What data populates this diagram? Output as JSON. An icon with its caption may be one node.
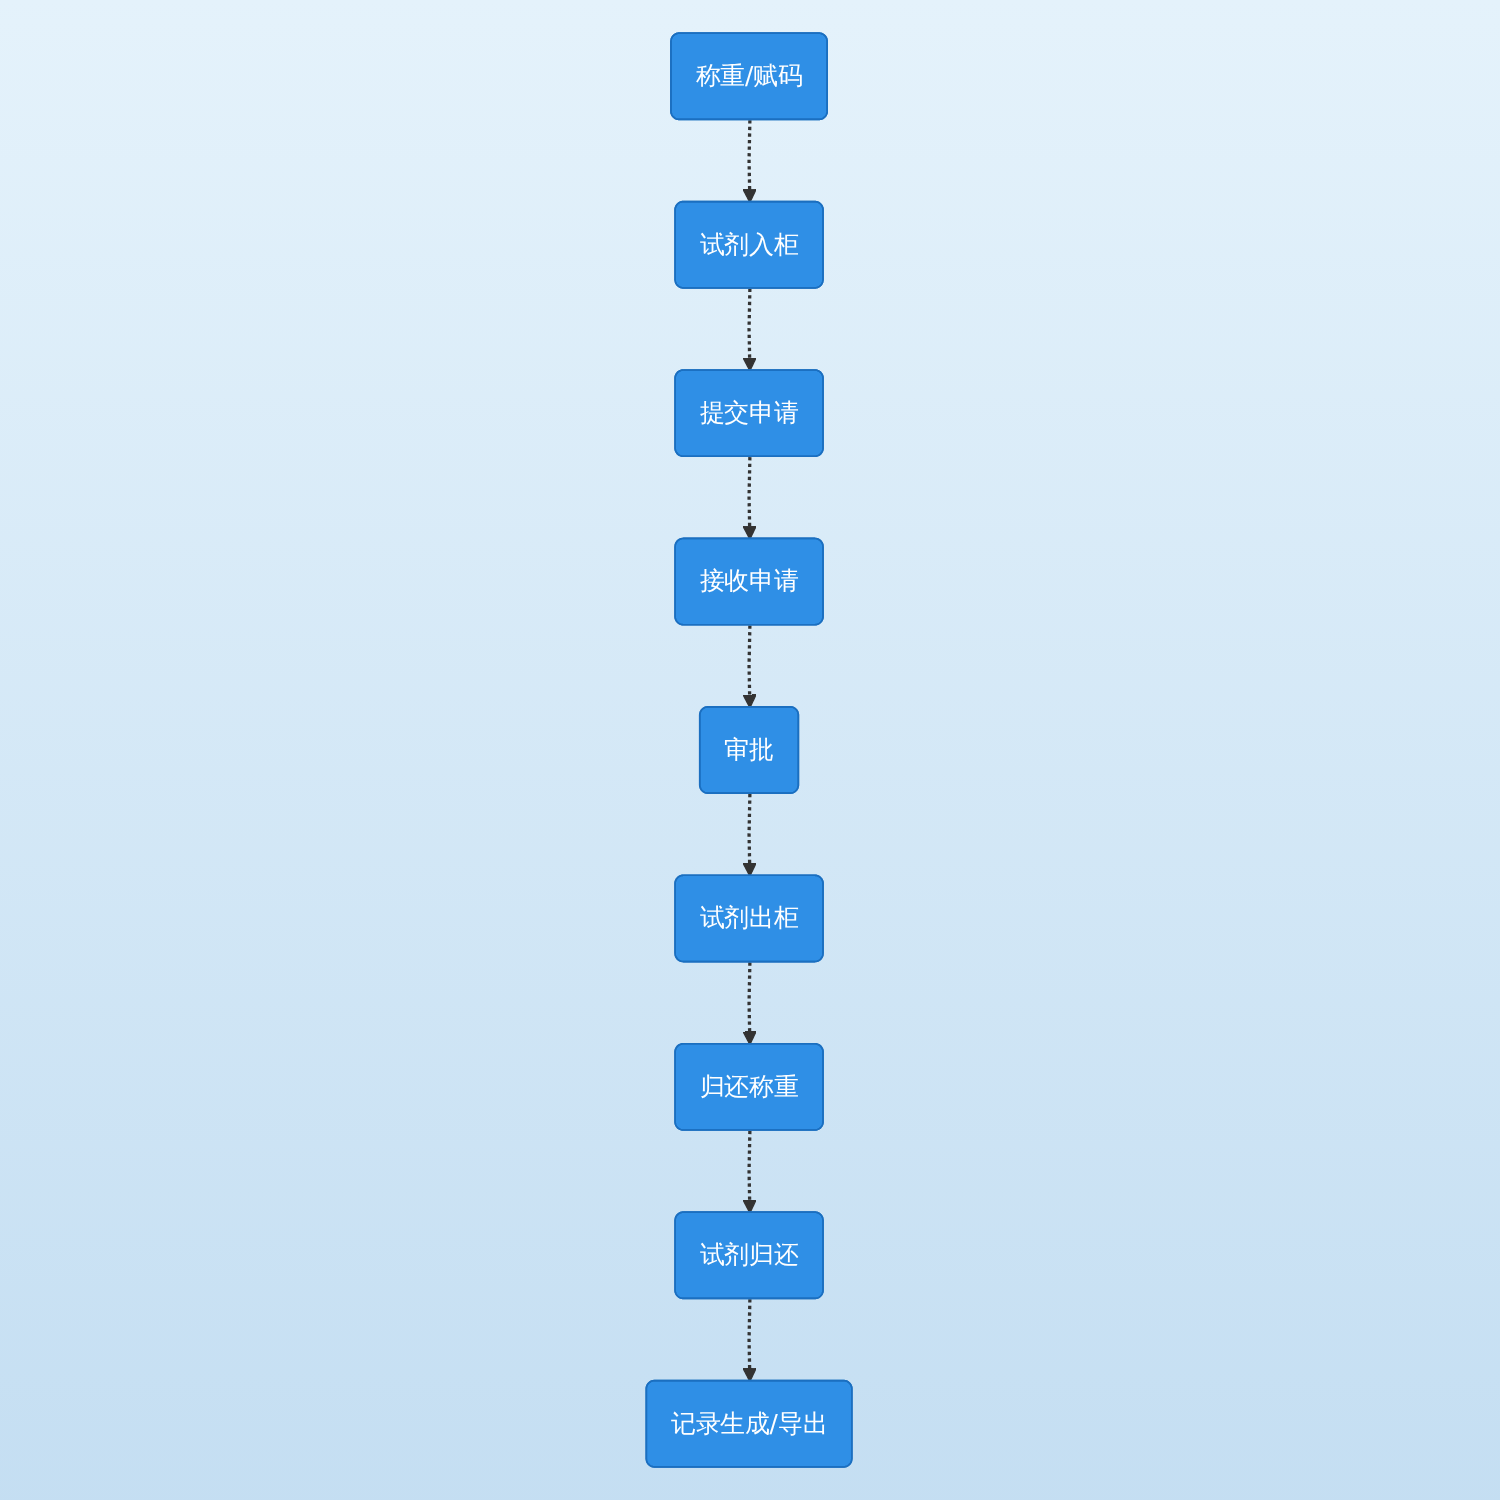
{
  "diagram": {
    "nodes": [
      {
        "text": [
          "试剂入柜"
        ]
      },
      {
        "text": [
          "提交申请"
        ]
      },
      {
        "text": [
          "接收申请"
        ]
      },
      {
        "text": [
          "称重/赋码"
        ]
      },
      {
        "text": [
          "归还称重"
        ]
      },
      {
        "text": [
          "试剂出柜"
        ]
      },
      {
        "text": [
          "审批"
        ]
      },
      {
        "text": [
          "试剂归还"
        ]
      },
      {
        "text": [
          "记录生成/导出"
        ]
      }
    ],
    "edges": [
      {
        "from": 3,
        "to": 0,
        "arrow": "to",
        "style": "dashed"
      },
      {
        "from": 0,
        "to": 1,
        "arrow": "to",
        "style": "dashed"
      },
      {
        "from": 1,
        "to": 2,
        "arrow": "to",
        "style": "dashed"
      },
      {
        "from": 2,
        "to": 6,
        "arrow": "to",
        "style": "dashed"
      },
      {
        "from": 6,
        "to": 5,
        "arrow": "to",
        "style": "dashed"
      },
      {
        "from": 5,
        "to": 4,
        "arrow": "to",
        "style": "dashed"
      },
      {
        "from": 4,
        "to": 7,
        "arrow": "to",
        "style": "dashed"
      },
      {
        "from": 7,
        "to": 8,
        "arrow": "to",
        "style": "dashed"
      }
    ]
  }
}
